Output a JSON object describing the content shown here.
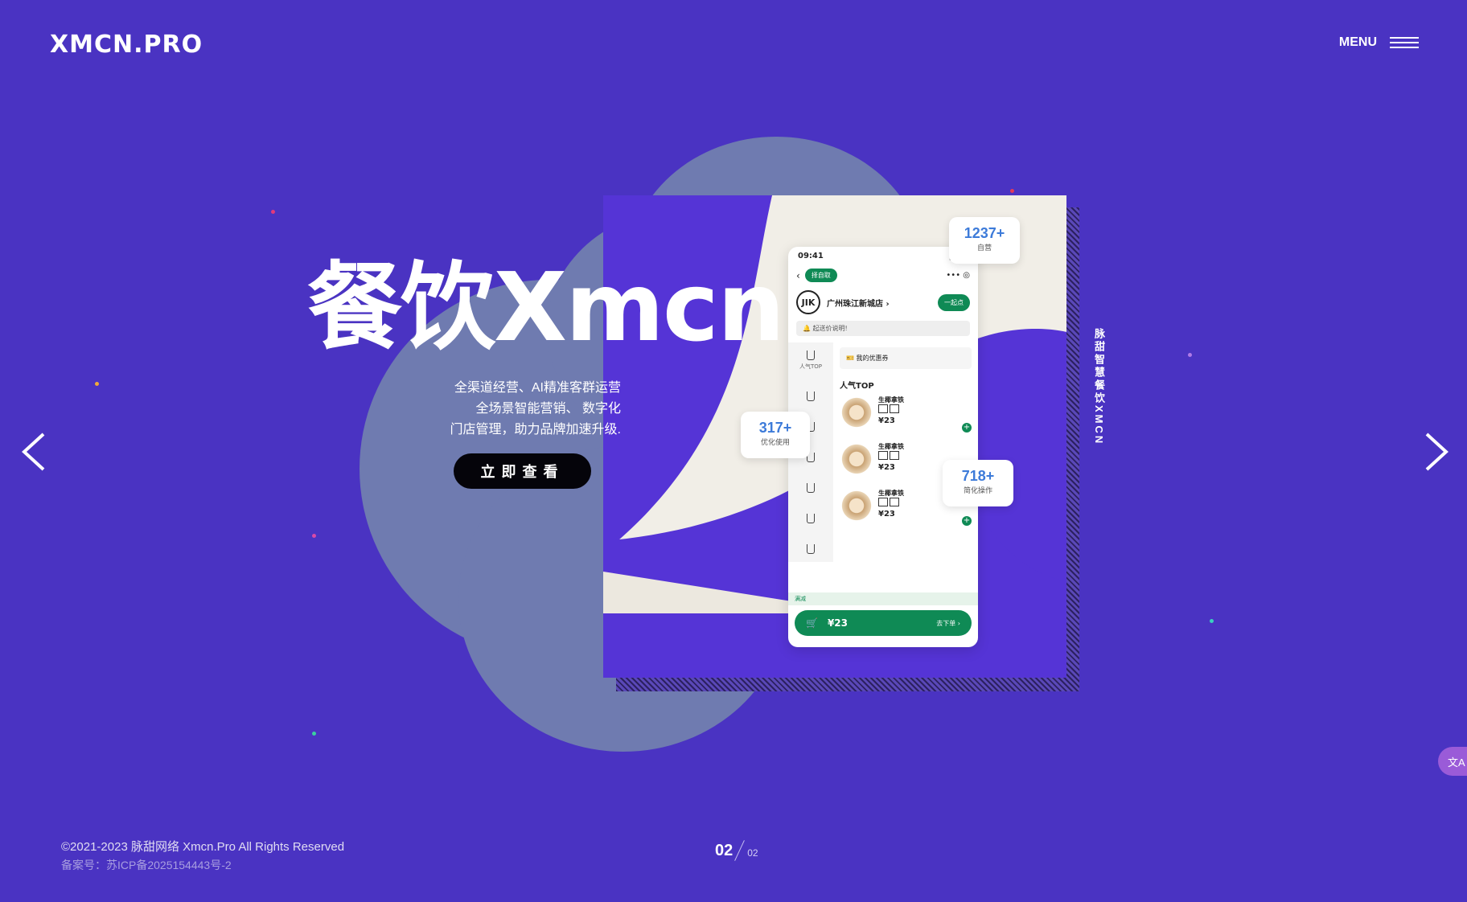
{
  "header": {
    "logo": "XMCN.PRO",
    "menu_label": "MENU"
  },
  "hero": {
    "title": "餐饮Xmcn",
    "subtitle_lines": [
      "全渠道经营、AI精准客群运营",
      "全场景智能营销、 数字化",
      "门店管理，助力品牌加速升级."
    ],
    "cta_label": "立即查看",
    "side_label": "脉甜智慧餐饮XMCN"
  },
  "phone": {
    "time": "09:41",
    "pickup_label": "择自取",
    "store_logo": "JIK",
    "store_name": "广州珠江新城店 ›",
    "store_button": "一起点",
    "notice": "起送价说明!",
    "coupon_label": "我的优惠券",
    "section_title": "人气TOP",
    "side_items": [
      "人气TOP",
      "",
      "",
      "",
      "",
      "",
      ""
    ],
    "products": [
      {
        "name": "生椰拿铁",
        "price": "¥23"
      },
      {
        "name": "生椰拿铁",
        "price": "¥23"
      },
      {
        "name": "生椰拿铁",
        "price": "¥23"
      }
    ],
    "promo": "满减",
    "cart_price": "¥23",
    "cart_go": "去下单 ›"
  },
  "stats": [
    {
      "num": "1237+",
      "label": "自营"
    },
    {
      "num": "317+",
      "label": "优化使用"
    },
    {
      "num": "718+",
      "label": "简化操作"
    }
  ],
  "footer": {
    "copyright": "©2021-2023 脉甜网络 Xmcn.Pro All Rights Reserved",
    "icp": "备案号：苏ICP备2025154443号-2",
    "page_current": "02",
    "page_total": "02"
  },
  "translate_label": "文A",
  "colors": {
    "background": "#4a33c2",
    "blob": "#6f7bb0",
    "card_purple": "#5534d6",
    "brand_green": "#0f8a55",
    "stat_blue": "#3d7bd9"
  }
}
